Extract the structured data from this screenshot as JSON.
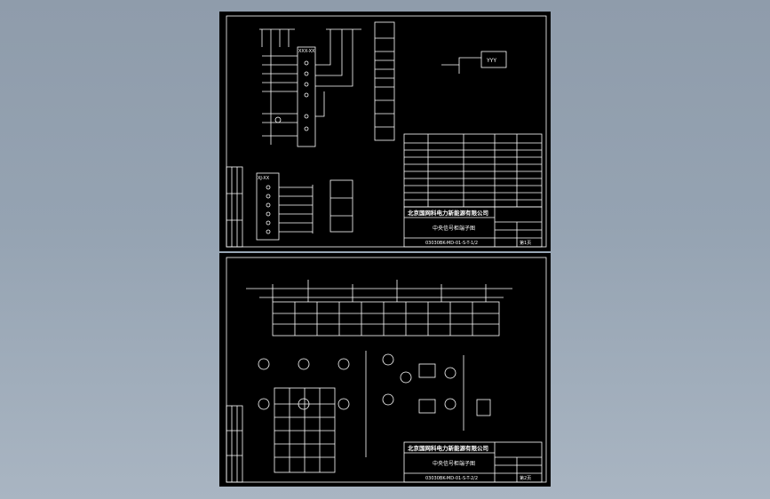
{
  "sheets": [
    {
      "title_block": {
        "company": "北京国网科电力新能源有限公司",
        "drawing_name": "中央信号柜端子图",
        "drawing_number": "03030BK-MD-01-S-T-1/2",
        "page": "第1页"
      }
    },
    {
      "title_block": {
        "company": "北京国网科电力新能源有限公司",
        "drawing_name": "中央信号柜端子图",
        "drawing_number": "03030BK-MD-01-S-T-2/2",
        "page": "第2页"
      }
    }
  ],
  "labels": {
    "relay_box": "XXX-XX",
    "terminal_box": "XJ-XX",
    "signal_box": "YYY"
  }
}
